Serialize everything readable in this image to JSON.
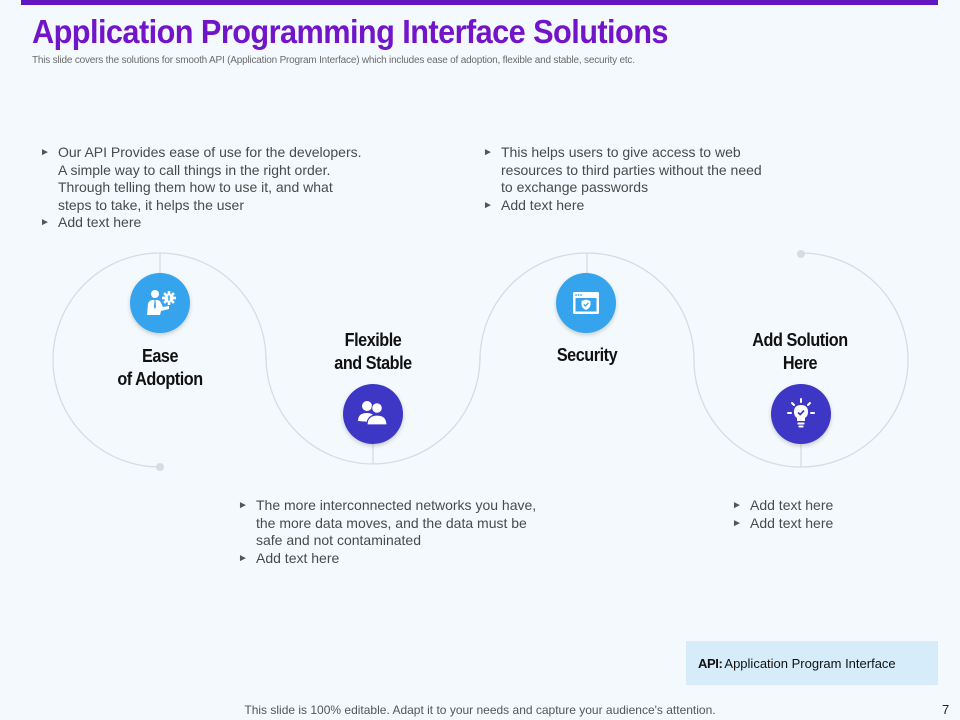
{
  "slide": {
    "title": "Application Programming Interface Solutions",
    "subtitle": "This slide covers the solutions for smooth API (Application Program Interface) which includes ease of adoption, flexible and stable, security etc.",
    "accent_color": "#7215c8",
    "bullet_glyph": "►"
  },
  "solutions": [
    {
      "title_line1": "Ease",
      "title_line2": "of Adoption",
      "icon": "businessman-gear-icon",
      "icon_color": "#35a4ec",
      "bullets": [
        "Our API Provides ease of use for the developers. A simple way to call things in the right order. Through telling them how to use it, and what steps to take, it helps the user",
        "Add text here"
      ]
    },
    {
      "title_line1": "Flexible",
      "title_line2": "and Stable",
      "icon": "users-icon",
      "icon_color": "#3e36c4",
      "bullets": [
        "The more interconnected networks you have, the more data moves, and the data must be safe and not contaminated",
        "Add text here"
      ]
    },
    {
      "title_line1": "Security",
      "title_line2": "",
      "icon": "browser-shield-icon",
      "icon_color": "#35a4ec",
      "bullets": [
        "This helps users to give access to web resources to third parties without the need to exchange passwords",
        "Add text here"
      ]
    },
    {
      "title_line1": "Add Solution",
      "title_line2": "Here",
      "icon": "lightbulb-check-icon",
      "icon_color": "#3e36c4",
      "bullets": [
        "Add text here",
        "Add text here"
      ]
    }
  ],
  "legend": {
    "term": "API:",
    "definition": "Application Program Interface"
  },
  "footer": {
    "note": "This slide is 100% editable. Adapt it to your needs and capture your audience's attention.",
    "page_number": "7"
  }
}
